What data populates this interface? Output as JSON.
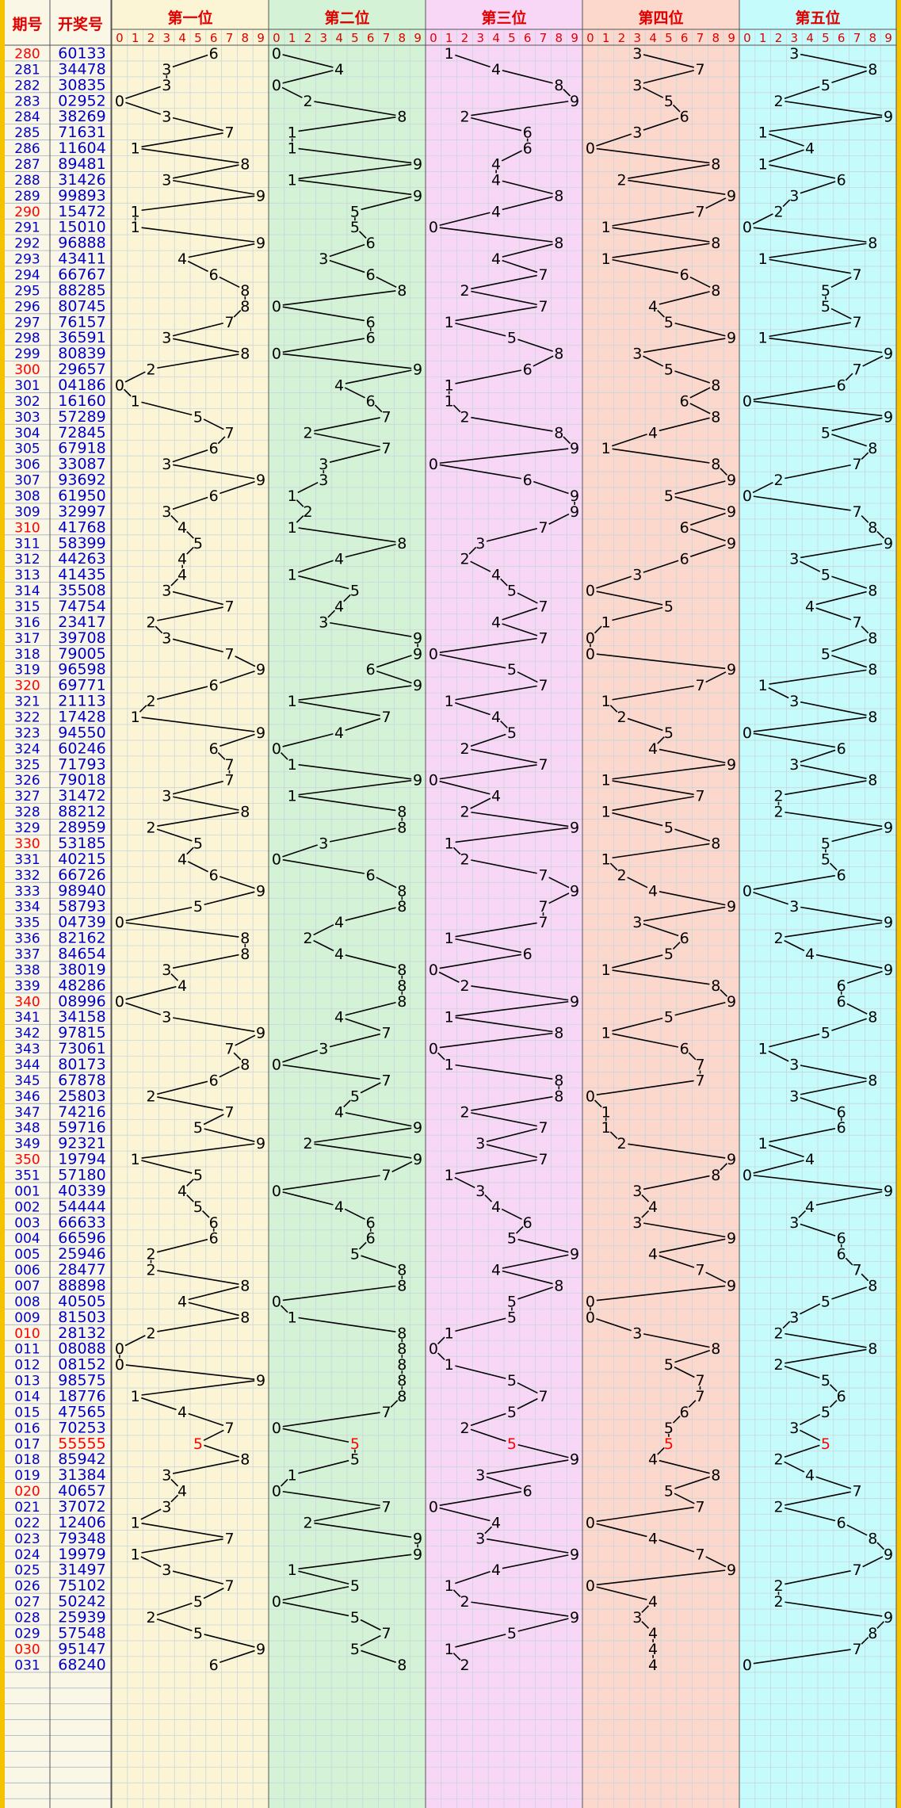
{
  "header": {
    "issue_col": "期号",
    "number_col": "开奖号",
    "positions": [
      "第一位",
      "第二位",
      "第三位",
      "第四位",
      "第五位"
    ],
    "digits": [
      "0",
      "1",
      "2",
      "3",
      "4",
      "5",
      "6",
      "7",
      "8",
      "9"
    ]
  },
  "colors": {
    "frame": "#f5c200",
    "header_red": "#e00000",
    "issue_blue": "#0000cc",
    "issue_red": "#ff0000",
    "number_blue": "#0000cc",
    "highlight_red": "#ff0000",
    "line_black": "#000000",
    "grid": "#c9d6dc",
    "zone_backgrounds": [
      "#fbf5d6",
      "#d3f2d6",
      "#f7d6f6",
      "#fbd7cc",
      "#c6fbfb"
    ]
  },
  "chart_data": {
    "type": "table",
    "issues": [
      "280",
      "281",
      "282",
      "283",
      "284",
      "285",
      "286",
      "287",
      "288",
      "289",
      "290",
      "291",
      "292",
      "293",
      "294",
      "295",
      "296",
      "297",
      "298",
      "299",
      "300",
      "301",
      "302",
      "303",
      "304",
      "305",
      "306",
      "307",
      "308",
      "309",
      "310",
      "311",
      "312",
      "313",
      "314",
      "315",
      "316",
      "317",
      "318",
      "319",
      "320",
      "321",
      "322",
      "323",
      "324",
      "325",
      "326",
      "327",
      "328",
      "329",
      "330",
      "331",
      "332",
      "333",
      "334",
      "335",
      "336",
      "337",
      "338",
      "339",
      "340",
      "341",
      "342",
      "343",
      "344",
      "345",
      "346",
      "347",
      "348",
      "349",
      "350",
      "351",
      "001",
      "002",
      "003",
      "004",
      "005",
      "006",
      "007",
      "008",
      "009",
      "010",
      "011",
      "012",
      "013",
      "014",
      "015",
      "016",
      "017",
      "018",
      "019",
      "020",
      "021",
      "022",
      "023",
      "024",
      "025",
      "026",
      "027",
      "028",
      "029",
      "030",
      "031"
    ],
    "red_issues": [
      "280",
      "290",
      "300",
      "310",
      "320",
      "330",
      "340",
      "350",
      "010",
      "020",
      "030"
    ],
    "numbers": [
      "60133",
      "34478",
      "30835",
      "02952",
      "38269",
      "71631",
      "11604",
      "89481",
      "31426",
      "99893",
      "15472",
      "15010",
      "96888",
      "43411",
      "66767",
      "88285",
      "80745",
      "76157",
      "36591",
      "80839",
      "29657",
      "04186",
      "16160",
      "57289",
      "72845",
      "67918",
      "33087",
      "93692",
      "61950",
      "32997",
      "41768",
      "58399",
      "44263",
      "41435",
      "35508",
      "74754",
      "23417",
      "39708",
      "79005",
      "96598",
      "69771",
      "21113",
      "17428",
      "94550",
      "60246",
      "71793",
      "79018",
      "31472",
      "88212",
      "28959",
      "53185",
      "40215",
      "66726",
      "98940",
      "58793",
      "04739",
      "82162",
      "84654",
      "38019",
      "48286",
      "08996",
      "34158",
      "97815",
      "73061",
      "80173",
      "67878",
      "25803",
      "74216",
      "59716",
      "92321",
      "19794",
      "57180",
      "40339",
      "54444",
      "66633",
      "66596",
      "25946",
      "28477",
      "88898",
      "40505",
      "81503",
      "28132",
      "08088",
      "08152",
      "98575",
      "18776",
      "47565",
      "70253",
      "55555",
      "85942",
      "31384",
      "40657",
      "37072",
      "12406",
      "79348",
      "19979",
      "31497",
      "75102",
      "50242",
      "25939",
      "57548",
      "95147",
      "68240"
    ],
    "highlight_numbers": [
      "55555"
    ]
  }
}
